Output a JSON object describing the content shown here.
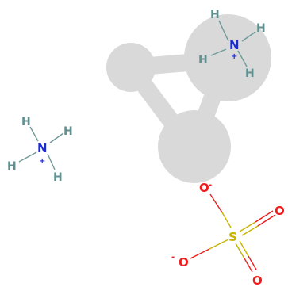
{
  "molecule": {
    "atoms": {
      "nh4_right": {
        "n": "N",
        "h1": "H",
        "h2": "H",
        "h3": "H",
        "h4": "H",
        "charge": "+"
      },
      "nh4_left": {
        "n": "N",
        "h1": "H",
        "h2": "H",
        "h3": "H",
        "h4": "H",
        "charge": "+"
      },
      "sulfite": {
        "s": "S",
        "o_top": "O",
        "o_left": "O",
        "o_right": "O",
        "o_bottom": "O",
        "charge_top": "-",
        "charge_left": "-"
      }
    },
    "colors": {
      "nitrogen": "#1a2bd6",
      "hydrogen": "#5f8f8f",
      "oxygen": "#ee1c1c",
      "sulfur": "#c8b400",
      "shadow": "#d9d9d9",
      "bond_h": "#6f9a9a"
    }
  }
}
